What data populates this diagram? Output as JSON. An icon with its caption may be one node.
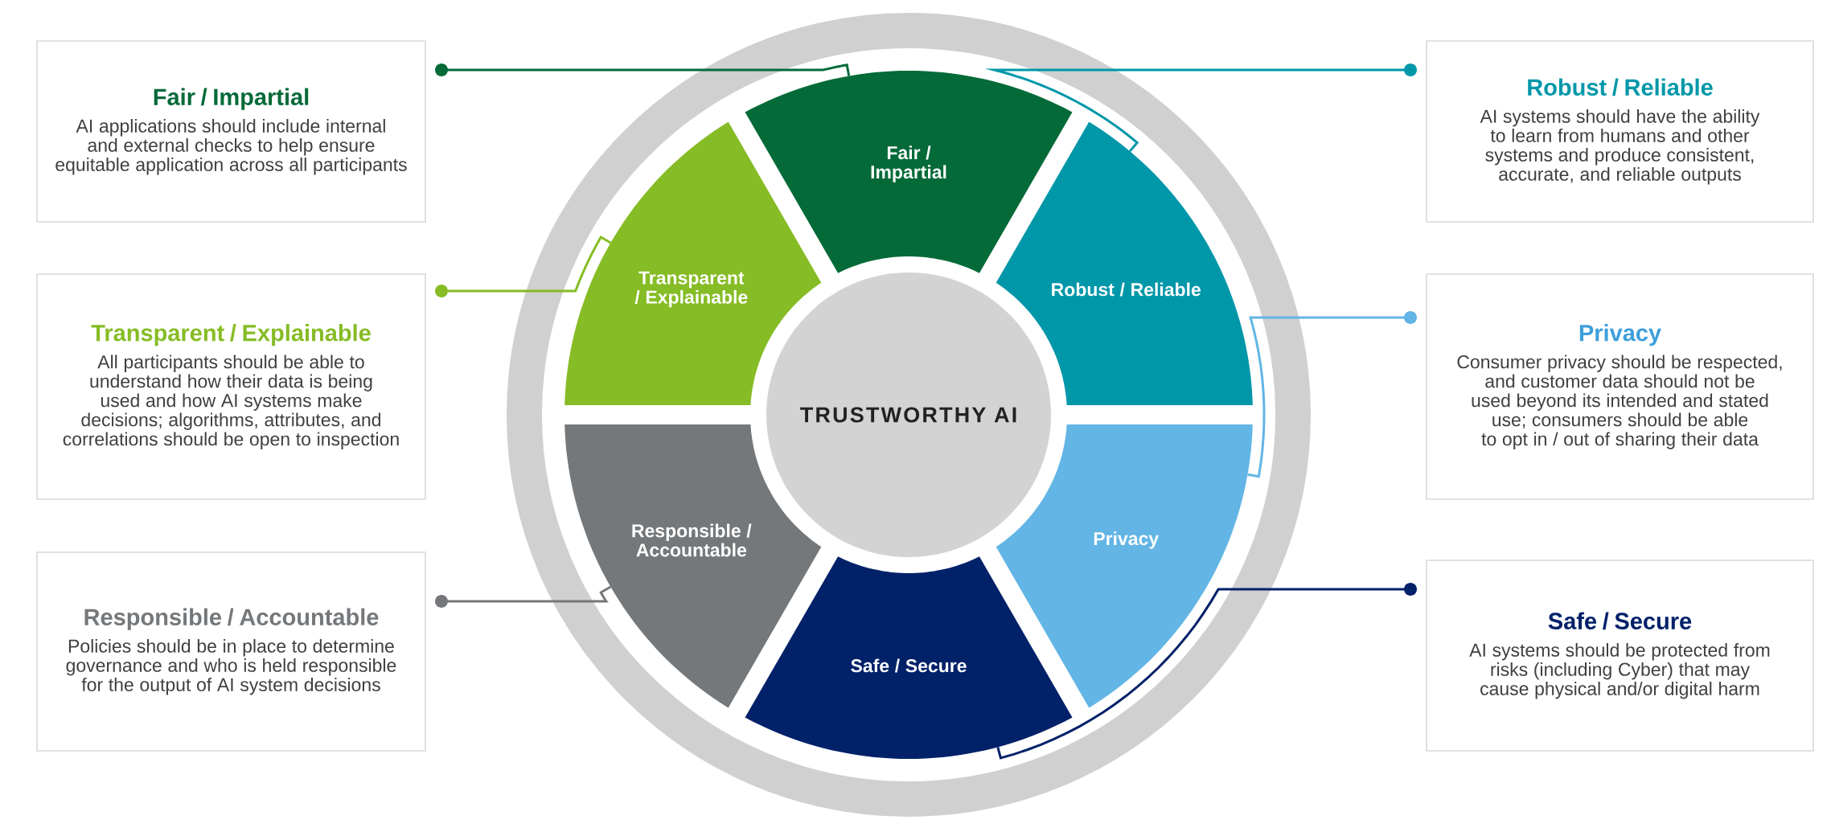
{
  "diagram": {
    "nodes": [
      {
        "text": [
          "Fair / Impartial",
          "AI applications should include internal and external checks to help ensure equitable application across all participants"
        ]
      },
      {
        "text": [
          "Robust / Reliable",
          "AI systems should have the ability to learn from humans and other systems and produce consistent, accurate, and reliable outputs"
        ]
      },
      {
        "text": [
          "Transparent / Explainable",
          "All participants should be able to understand how their data is being used and how AI systems make decisions; algorithms, attributes, and correlations should be open to inspection"
        ]
      },
      {
        "text": [
          "Privacy",
          "Consumer privacy should be respected, and customer data should not be used beyond its intended and stated use; consumers should be able to opt in / out of sharing their data"
        ]
      },
      {
        "text": [
          "Responsible / Accountable",
          "Policies should be in place to determine governance and who is held responsible for the output of AI system decisions"
        ]
      },
      {
        "text": [
          "Safe / Secure",
          "AI systems should be protected from risks (including Cyber) that may cause physical and/or digital harm"
        ]
      },
      {
        "text": [
          "TRUSTWORTHY AI"
        ]
      },
      {
        "text": [
          "Fair / Impartial"
        ]
      },
      {
        "text": [
          "Transparent / Explainable"
        ]
      },
      {
        "text": [
          "Robust / Reliable"
        ]
      },
      {
        "text": [
          "Responsible / Accountable"
        ]
      },
      {
        "text": [
          "Privacy"
        ]
      },
      {
        "text": [
          "Safe / Secure"
        ]
      }
    ],
    "edges": [
      {
        "from": 0,
        "to": 7,
        "arrow": "other",
        "color": "#046a38"
      },
      {
        "from": 1,
        "to": 9,
        "arrow": "other",
        "color": "#0097a9"
      },
      {
        "from": 2,
        "to": 8,
        "arrow": "other",
        "color": "#86bc25"
      },
      {
        "from": 3,
        "to": 11,
        "arrow": "other",
        "color": "#62b5e5"
      },
      {
        "from": 4,
        "to": 10,
        "arrow": "other",
        "color": "#75787b"
      },
      {
        "from": 5,
        "to": 12,
        "arrow": "other",
        "color": "#012169"
      }
    ]
  }
}
